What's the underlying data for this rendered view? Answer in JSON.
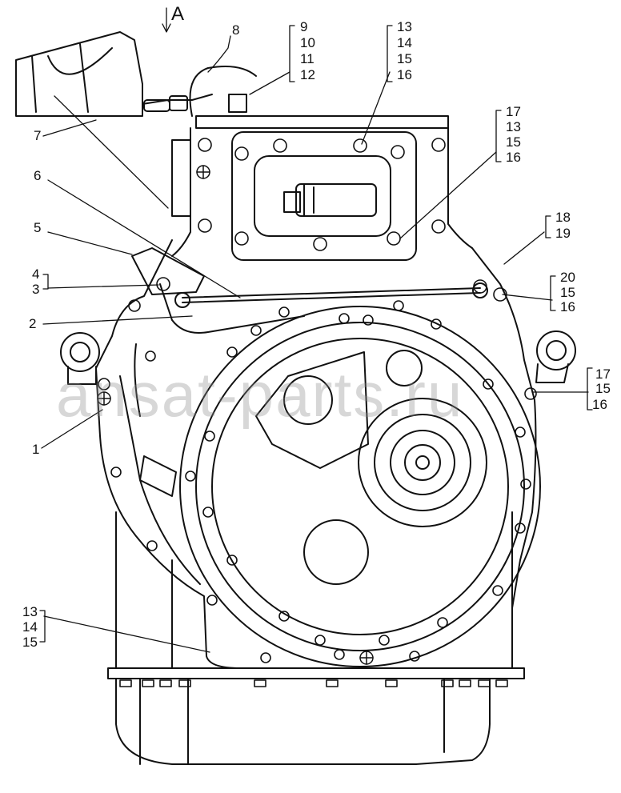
{
  "view_label": "A",
  "watermark": "ansat-parts.ru",
  "callouts": {
    "c1": "1",
    "c2": "2",
    "c3": "3",
    "c4": "4",
    "c5": "5",
    "c6": "6",
    "c7": "7",
    "c8": "8",
    "g9": [
      "9",
      "10",
      "11",
      "12"
    ],
    "g13a": [
      "13",
      "14",
      "15",
      "16"
    ],
    "g17a": [
      "17",
      "13",
      "15",
      "16"
    ],
    "g18": [
      "18",
      "19"
    ],
    "g20": [
      "20",
      "15",
      "16"
    ],
    "g17b": [
      "17",
      "15",
      "16"
    ],
    "g13b": [
      "13",
      "14",
      "15"
    ]
  }
}
